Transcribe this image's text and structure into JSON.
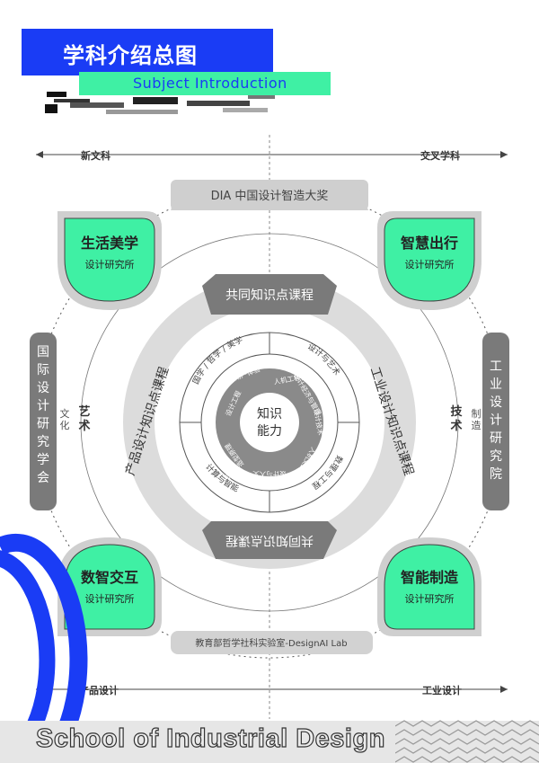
{
  "header": {
    "title": "学科介绍总图",
    "subtitle": "Subject Introduction"
  },
  "axes": {
    "top_left": "新文科",
    "top_right": "交叉学科",
    "bottom_left": "产品设计",
    "bottom_right": "工业设计"
  },
  "outer_arcs": {
    "top": "DIA 中国设计智造大奖",
    "bottom": "教育部哲学社科实验室-DesignAI Lab",
    "left": "国际设计研究学会",
    "right": "工业设计研究院"
  },
  "side_labels": {
    "left_outer": "文化",
    "left_inner": "艺术",
    "right_inner": "技术",
    "right_outer": "制造"
  },
  "institutes": [
    {
      "title": "生活美学",
      "subtitle": "设计研究所"
    },
    {
      "title": "智慧出行",
      "subtitle": "设计研究所"
    },
    {
      "title": "数智交互",
      "subtitle": "设计研究所"
    },
    {
      "title": "智能制造",
      "subtitle": "设计研究所"
    }
  ],
  "ring_courses": {
    "top": "共同知识点课程",
    "bottom": "共同知识点课程",
    "left": "产品设计知识点课程",
    "right": "工业设计知识点课程"
  },
  "knowledge_outer": [
    "国学 / 哲学 / 美学",
    "设计与艺术",
    "数理与工程",
    "计算与智能"
  ],
  "knowledge_inner": [
    "用户体验",
    "人机工程",
    "设计经济与管理",
    "设计技术",
    "人机交互",
    "设计与人文",
    "造型原理",
    "设计规划",
    "设计工程"
  ],
  "core": {
    "line1": "知识",
    "line2": "能力"
  },
  "footer": {
    "text": "School of Industrial Design"
  },
  "colors": {
    "brand_blue": "#1a3cf5",
    "mint": "#3ff0a4",
    "ring_gray": "#dcdcdc",
    "banner_gray": "#7a7a7a",
    "core_gray": "#8a8a8a"
  }
}
